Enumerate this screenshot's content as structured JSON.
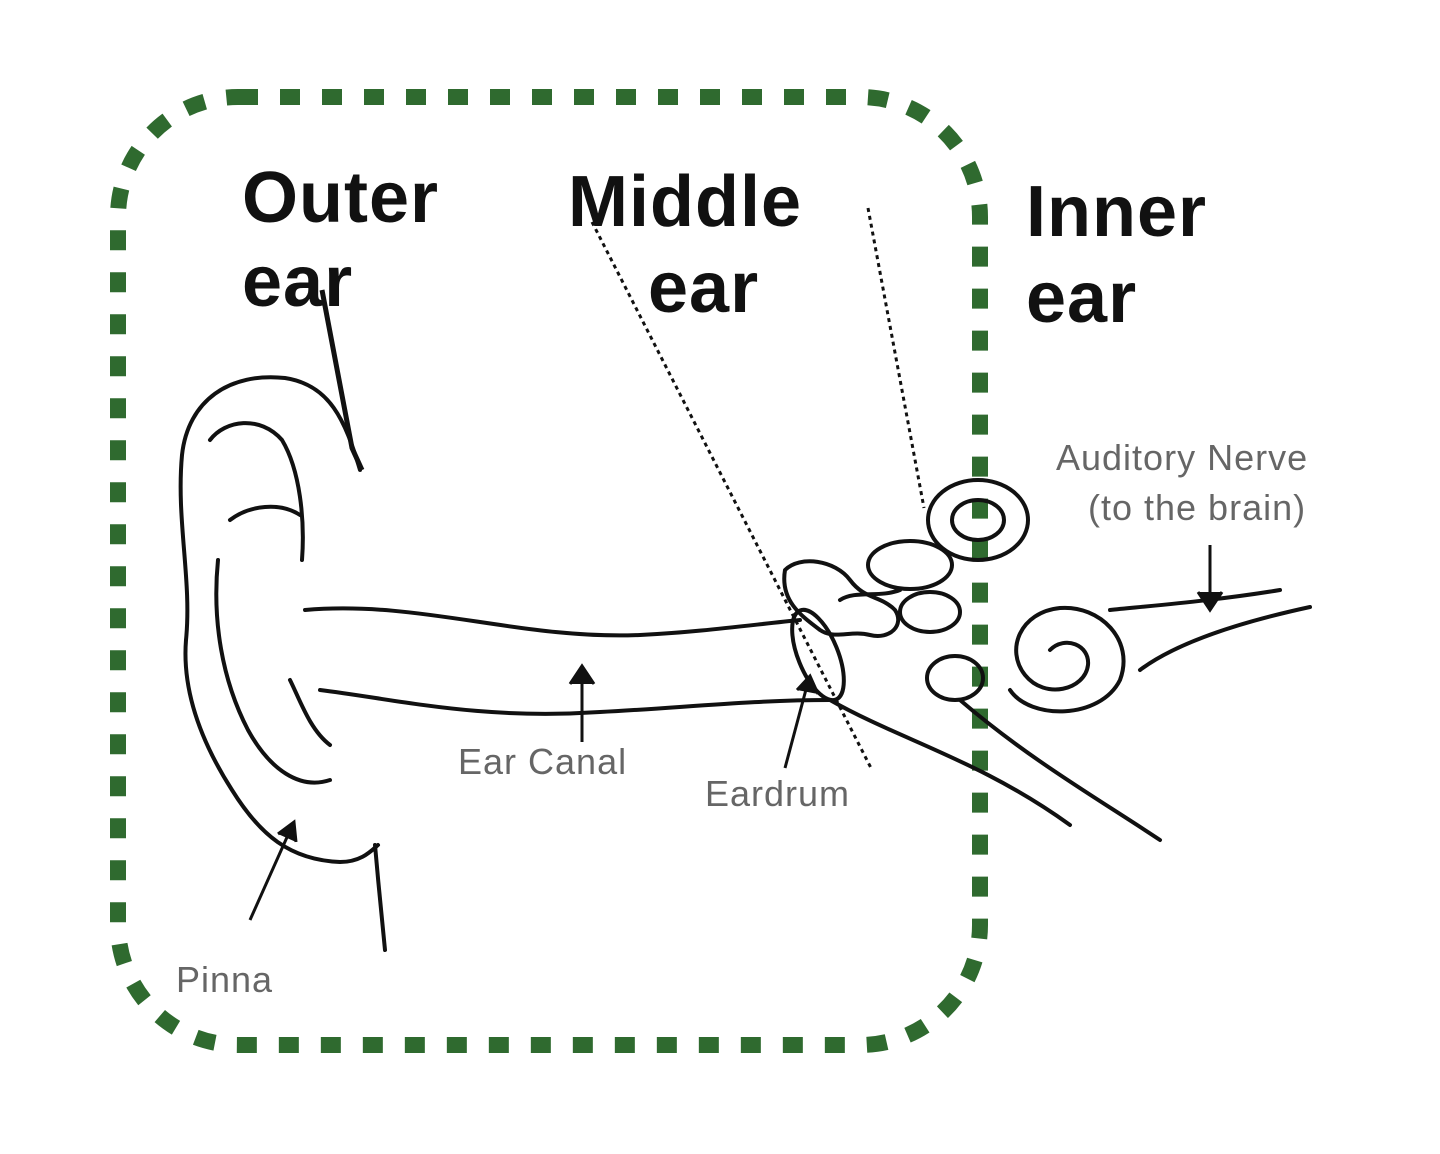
{
  "labels": {
    "outer_line1": "Outer",
    "outer_line2": "ear",
    "middle_line1": "Middle",
    "middle_line2": "ear",
    "inner_line1": "Inner",
    "inner_line2": "ear",
    "auditory_line1": "Auditory Nerve",
    "auditory_line2": "(to the brain)",
    "ear_canal": "Ear Canal",
    "eardrum": "Eardrum",
    "pinna": "Pinna"
  },
  "colors": {
    "boundary": "#2f6a2f",
    "ink": "#111111",
    "small_text": "#666666"
  }
}
